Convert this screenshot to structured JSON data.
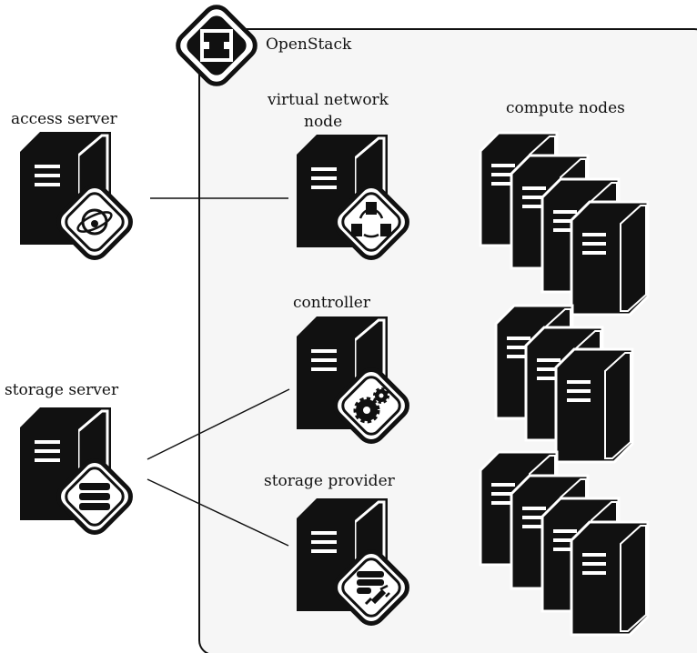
{
  "diagram": {
    "boundary_label": "OpenStack",
    "nodes": {
      "access_server": "access server",
      "storage_server": "storage server",
      "virtual_network_node": [
        "virtual network",
        "node"
      ],
      "controller": "controller",
      "storage_provider": "storage provider",
      "compute_nodes": "compute nodes"
    },
    "icons": {
      "openstack": "openstack-logo-icon",
      "access": "globe-orbit-icon",
      "network": "network-cycle-icon",
      "controller": "gears-icon",
      "storage": "database-icon",
      "provider": "database-plug-icon"
    },
    "colors": {
      "fill": "#111111",
      "panel": "#f6f6f6",
      "border": "#111111"
    }
  }
}
